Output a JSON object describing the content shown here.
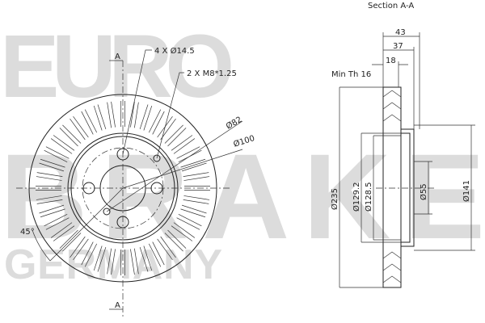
{
  "watermark": {
    "line1": "EURO",
    "line2": "BRAKE",
    "line3": "GERMANY"
  },
  "front_view": {
    "section_marker": "A",
    "bolt_holes": "4 X Ø14.5",
    "threads": "2 X M8*1.25",
    "pcd": "Ø82",
    "centering": "Ø100",
    "angle": "45°"
  },
  "section_view": {
    "title": "Section A-A",
    "total_height": "43",
    "hat_height": "37",
    "thickness": "18",
    "min_thickness": "Min Th 16",
    "outer_diameter": "Ø235",
    "d1": "Ø129.2",
    "d2": "Ø128.5",
    "center_bore": "Ø55",
    "hat_diameter": "Ø141"
  }
}
